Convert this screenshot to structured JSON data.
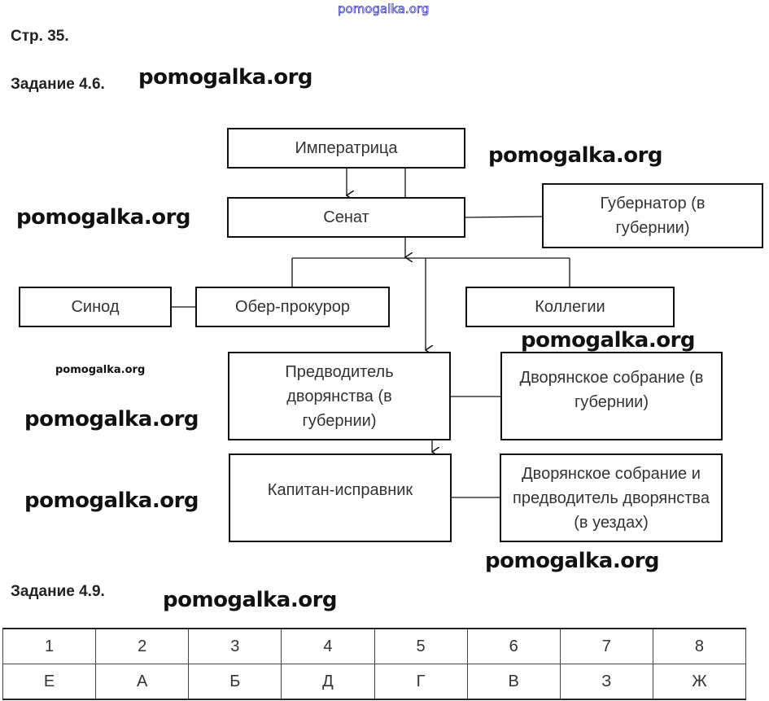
{
  "page_label": "Стр. 35.",
  "task_46_title": "Задание 4.6.",
  "task_49_title": "Задание 4.9.",
  "diagram": {
    "empress": "Императрица",
    "senate": "Сенат",
    "governor": "Губернатор (в губернии)",
    "synod": "Синод",
    "ober_procurator": "Обер-прокурор",
    "collegia": "Коллегии",
    "marshal": "Предводитель дворянства (в губернии)",
    "assembly_province": "Дворянское собрание (в губернии)",
    "captain": "Капитан-исправник",
    "assembly_uezd": "Дворянское собрание и предводитель дворянства (в уездах)"
  },
  "table": {
    "numbers": [
      "1",
      "2",
      "3",
      "4",
      "5",
      "6",
      "7",
      "8"
    ],
    "letters": [
      "Е",
      "А",
      "Б",
      "Д",
      "Г",
      "В",
      "З",
      "Ж"
    ]
  },
  "watermark": "pomogalka.org"
}
